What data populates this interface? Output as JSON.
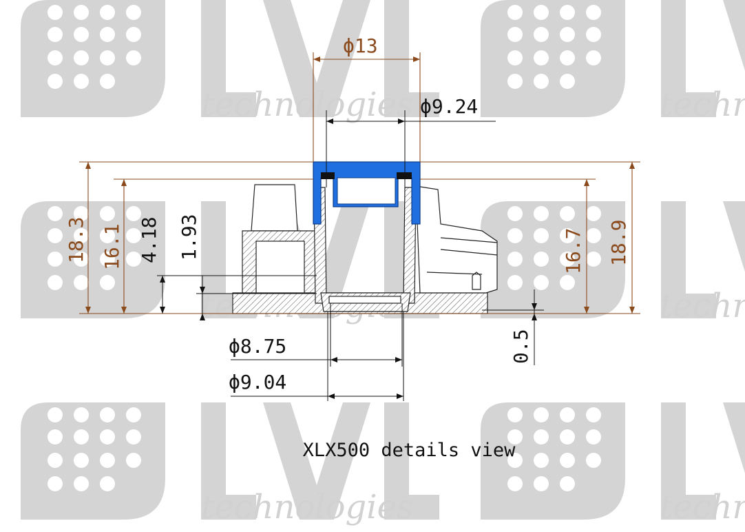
{
  "caption": "XLX500 details view",
  "watermark": {
    "word": "LVL",
    "tagline": "technologies",
    "color": "#d2d2d2"
  },
  "dimensions": {
    "dia_13": "ϕ13",
    "dia_924": "ϕ9.24",
    "dia_875": "ϕ8.75",
    "dia_904": "ϕ9.04",
    "h_183": "18.3",
    "h_161": "16.1",
    "h_418": "4.18",
    "h_193": "1.93",
    "h_167": "16.7",
    "h_189": "18.9",
    "h_05": "0.5"
  },
  "colors": {
    "dimension_brown": "#8a4a1c",
    "dimension_black": "#111111",
    "seal_blue": "#1f6fe0"
  }
}
